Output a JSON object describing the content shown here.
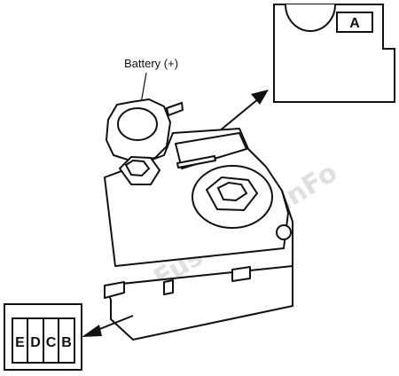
{
  "battery_label": "Battery (+)",
  "inset_top_label": "A",
  "inset_bottom_labels": [
    "E",
    "D",
    "C",
    "B"
  ],
  "watermark": "Fuse-Box.inFo",
  "colors": {
    "line": "#111111",
    "fill": "#ffffff",
    "watermark": "#dcdcdc"
  }
}
